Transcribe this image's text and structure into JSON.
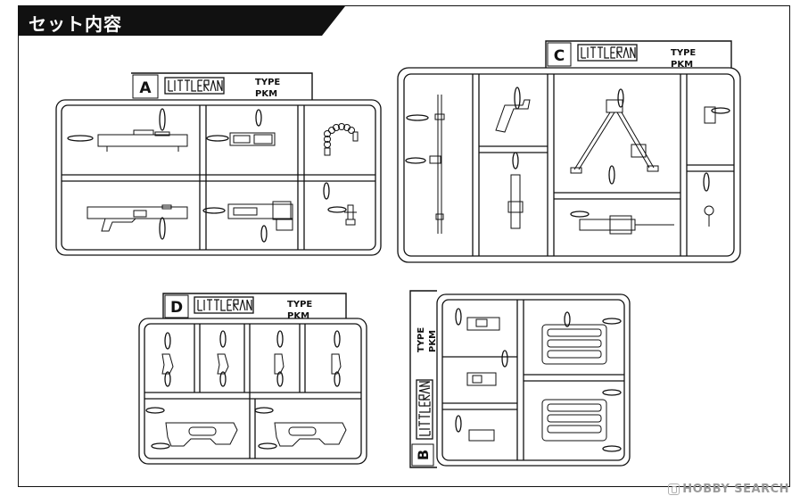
{
  "header": {
    "title": "セット内容"
  },
  "runners": [
    {
      "letter": "A",
      "type_line1": "TYPE",
      "type_line2": "PKM"
    },
    {
      "letter": "C",
      "type_line1": "TYPE",
      "type_line2": "PKM"
    },
    {
      "letter": "D",
      "type_line1": "TYPE",
      "type_line2": "PKM"
    },
    {
      "letter": "B",
      "type_line1": "TYPE",
      "type_line2": "PKM"
    }
  ],
  "watermark": {
    "text": "HOBBY SEARCH"
  },
  "icons": [
    "runner-logo-icon",
    "hobby-search-logo-icon"
  ],
  "colors": {
    "ink": "#111111",
    "paper": "#ffffff",
    "watermark": "#9a9a9a"
  }
}
